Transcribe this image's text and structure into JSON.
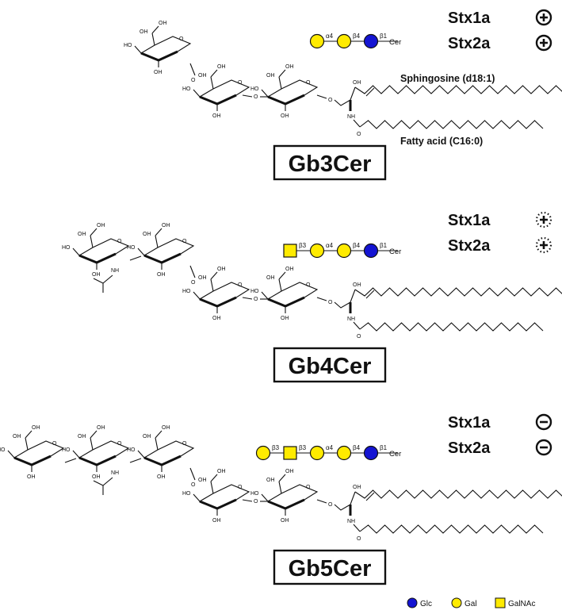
{
  "toxins": [
    "Stx1a",
    "Stx2a"
  ],
  "colors": {
    "glc": "#1414d2",
    "gal": "#ffeb00",
    "galnac": "#ffeb00",
    "ink": "#111111"
  },
  "panels": [
    {
      "name": "Gb3Cer",
      "binding": [
        "plus",
        "plus"
      ],
      "glycan": [
        "gal",
        "gal",
        "glc"
      ],
      "links": [
        "α4",
        "β4",
        "β1"
      ],
      "aglycone": "Cer",
      "lipid_labels": [
        "Sphingosine (d18:1)",
        "Fatty acid (C16:0)"
      ]
    },
    {
      "name": "Gb4Cer",
      "binding": [
        "weak-plus",
        "weak-plus"
      ],
      "glycan": [
        "galnac",
        "gal",
        "gal",
        "glc"
      ],
      "links": [
        "β3",
        "α4",
        "β4",
        "β1"
      ],
      "aglycone": "Cer",
      "lipid_labels": []
    },
    {
      "name": "Gb5Cer",
      "binding": [
        "minus",
        "minus"
      ],
      "glycan": [
        "gal",
        "galnac",
        "gal",
        "gal",
        "glc"
      ],
      "links": [
        "β3",
        "β3",
        "α4",
        "β4",
        "β1"
      ],
      "aglycone": "Cer",
      "lipid_labels": []
    }
  ],
  "legend": [
    {
      "shape": "circle",
      "color": "#1414d2",
      "label": "Glc"
    },
    {
      "shape": "circle",
      "color": "#ffeb00",
      "label": "Gal"
    },
    {
      "shape": "square",
      "color": "#ffeb00",
      "label": "GalNAc"
    }
  ]
}
